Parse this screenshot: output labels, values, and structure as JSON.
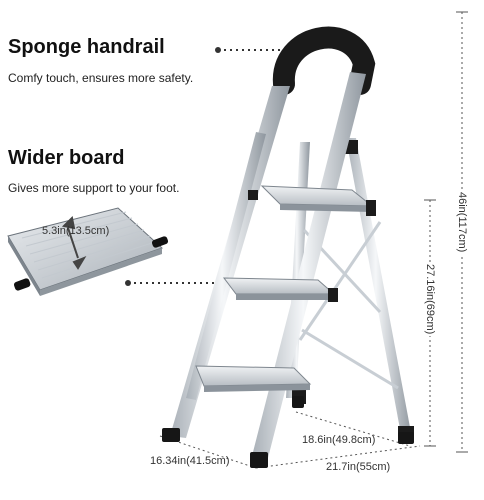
{
  "features": {
    "handrail": {
      "title": "Sponge handrail",
      "description": "Comfy touch, ensures more safety."
    },
    "board": {
      "title": "Wider board",
      "description": "Gives more support to your foot."
    }
  },
  "dimensions": {
    "total_height": "46in(117cm)",
    "step_height": "27.16in(69cm)",
    "depth": "18.6in(49.8cm)",
    "base_width_left": "16.34in(41.5cm)",
    "base_width_right": "21.7in(55cm)",
    "board_width": "5.3in(13.5cm)"
  },
  "colors": {
    "frame": "#d9dde2",
    "frame_shade": "#9aa1a8",
    "handrail": "#1a1a1a",
    "dim_line": "#555555"
  }
}
